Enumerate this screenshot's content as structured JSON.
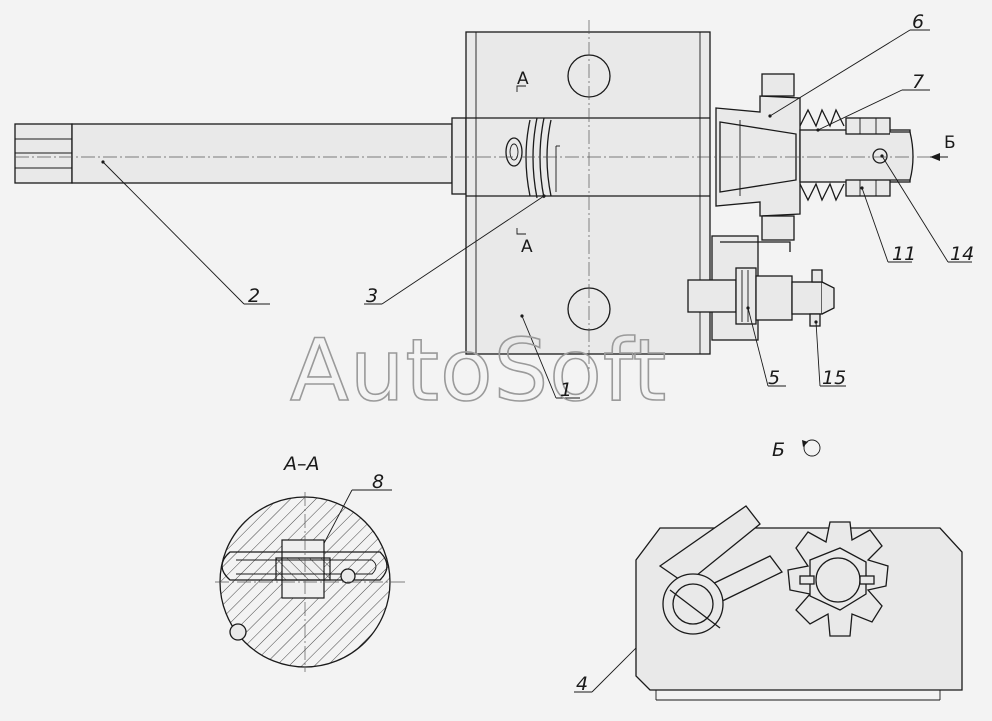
{
  "watermark": "AutoSoft",
  "section_label": "А–А",
  "view_label": "Б",
  "view_marks": {
    "arrow_a_top": "А",
    "arrow_a_bottom": "А",
    "arrow_b": "Б"
  },
  "callouts": [
    "1",
    "2",
    "3",
    "4",
    "5",
    "6",
    "7",
    "8",
    "11",
    "14",
    "15"
  ]
}
